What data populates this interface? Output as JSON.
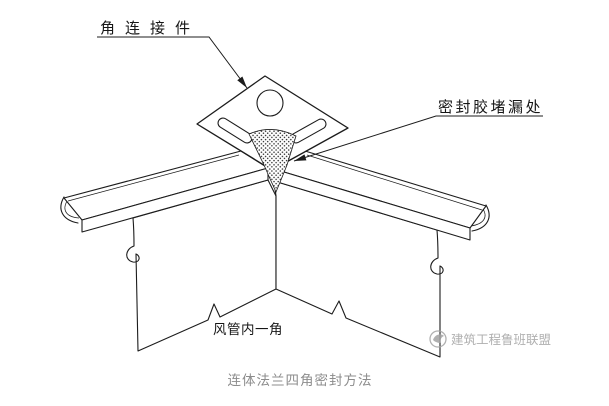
{
  "page": {
    "background": "#ffffff"
  },
  "colors": {
    "line": "#1c1c1c",
    "caption_text": "#8c8c8c",
    "watermark": "#a3a3a3"
  },
  "annotations": {
    "corner_connector": {
      "label": "角连接件"
    },
    "sealant_spot": {
      "label": "密封胶堵漏处"
    },
    "duct_inner_corner": {
      "label": "风管内一角"
    }
  },
  "caption": "连体法兰四角密封方法",
  "watermark": {
    "logo_icon": "luban-seal-icon",
    "text": "建筑工程鲁班联盟"
  }
}
